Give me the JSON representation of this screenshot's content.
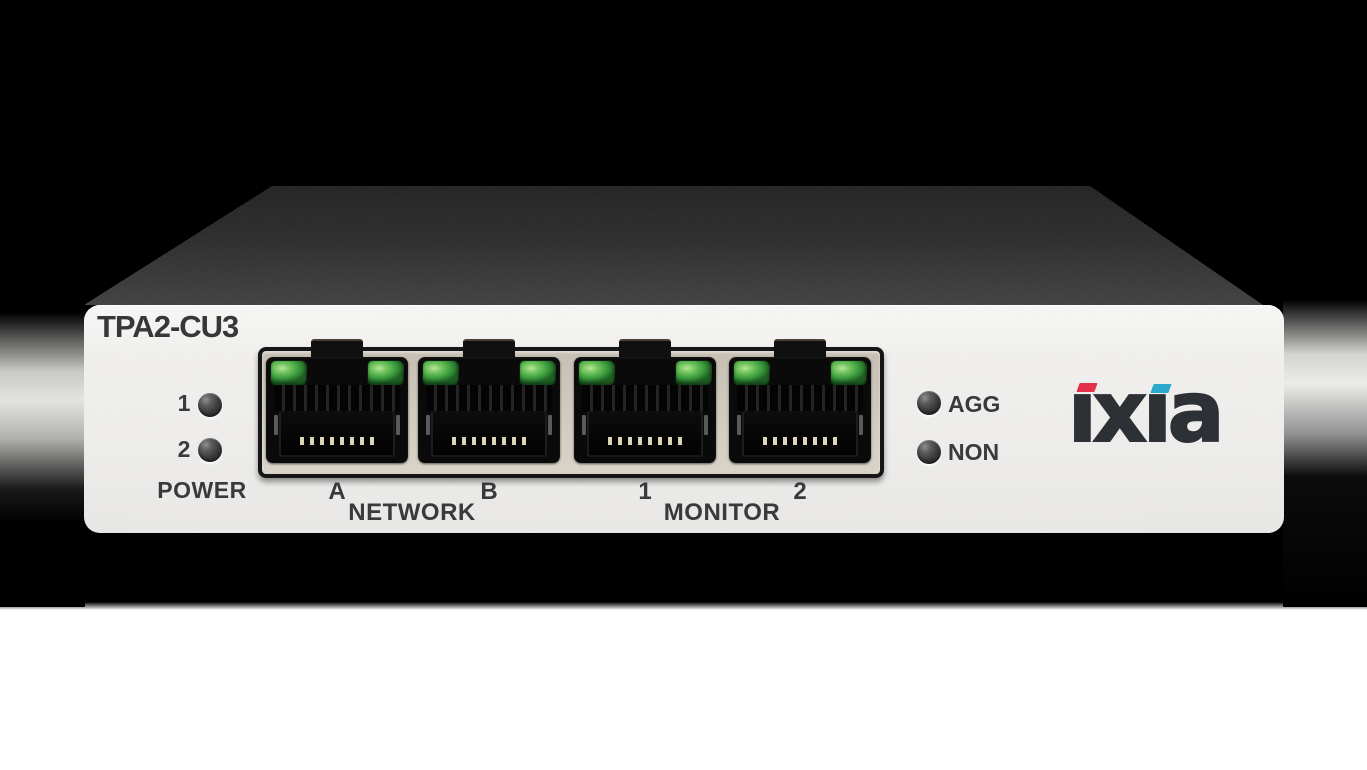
{
  "device": {
    "model": "TPA2-CU3",
    "brand": "ixia",
    "logo_glyphs": "ıxıa",
    "power_section": {
      "led1_label": "1",
      "led2_label": "2",
      "caption": "POWER"
    },
    "port_section": {
      "network": {
        "caption": "NETWORK",
        "port_a": "A",
        "port_b": "B"
      },
      "monitor": {
        "caption": "MONITOR",
        "port_1": "1",
        "port_2": "2"
      }
    },
    "mode_section": {
      "agg_label": "AGG",
      "non_label": "NON"
    },
    "colors": {
      "panel": "#f1f0ee",
      "port_bezel": "#cfc8bc",
      "port_led_green": "#4caf50",
      "status_led_off": "#3f3f3f",
      "logo_text": "#2d3035",
      "logo_accent_red": "#e23148",
      "logo_accent_cyan": "#2ca8cc",
      "top_face": "#2e2e2e"
    }
  }
}
